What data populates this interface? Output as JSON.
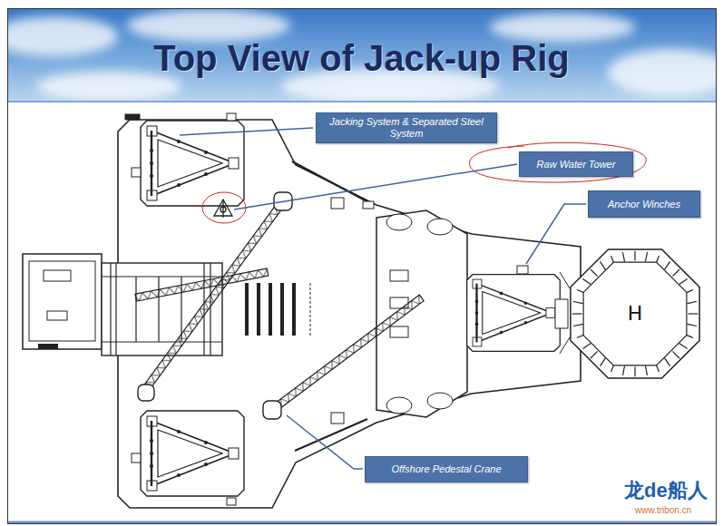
{
  "diagram": {
    "title": "Top View of Jack-up Rig",
    "nodes": [
      {
        "text": [
          "Jacking System & Separated Steel System"
        ]
      },
      {
        "text": [
          "Raw Water Tower"
        ]
      },
      {
        "text": [
          "Anchor Winches"
        ]
      },
      {
        "text": [
          "H"
        ]
      },
      {
        "text": [
          "Offshore Pedestal Crane"
        ]
      }
    ],
    "labels": [
      "龙de船人",
      "www.tribon.cn"
    ]
  }
}
